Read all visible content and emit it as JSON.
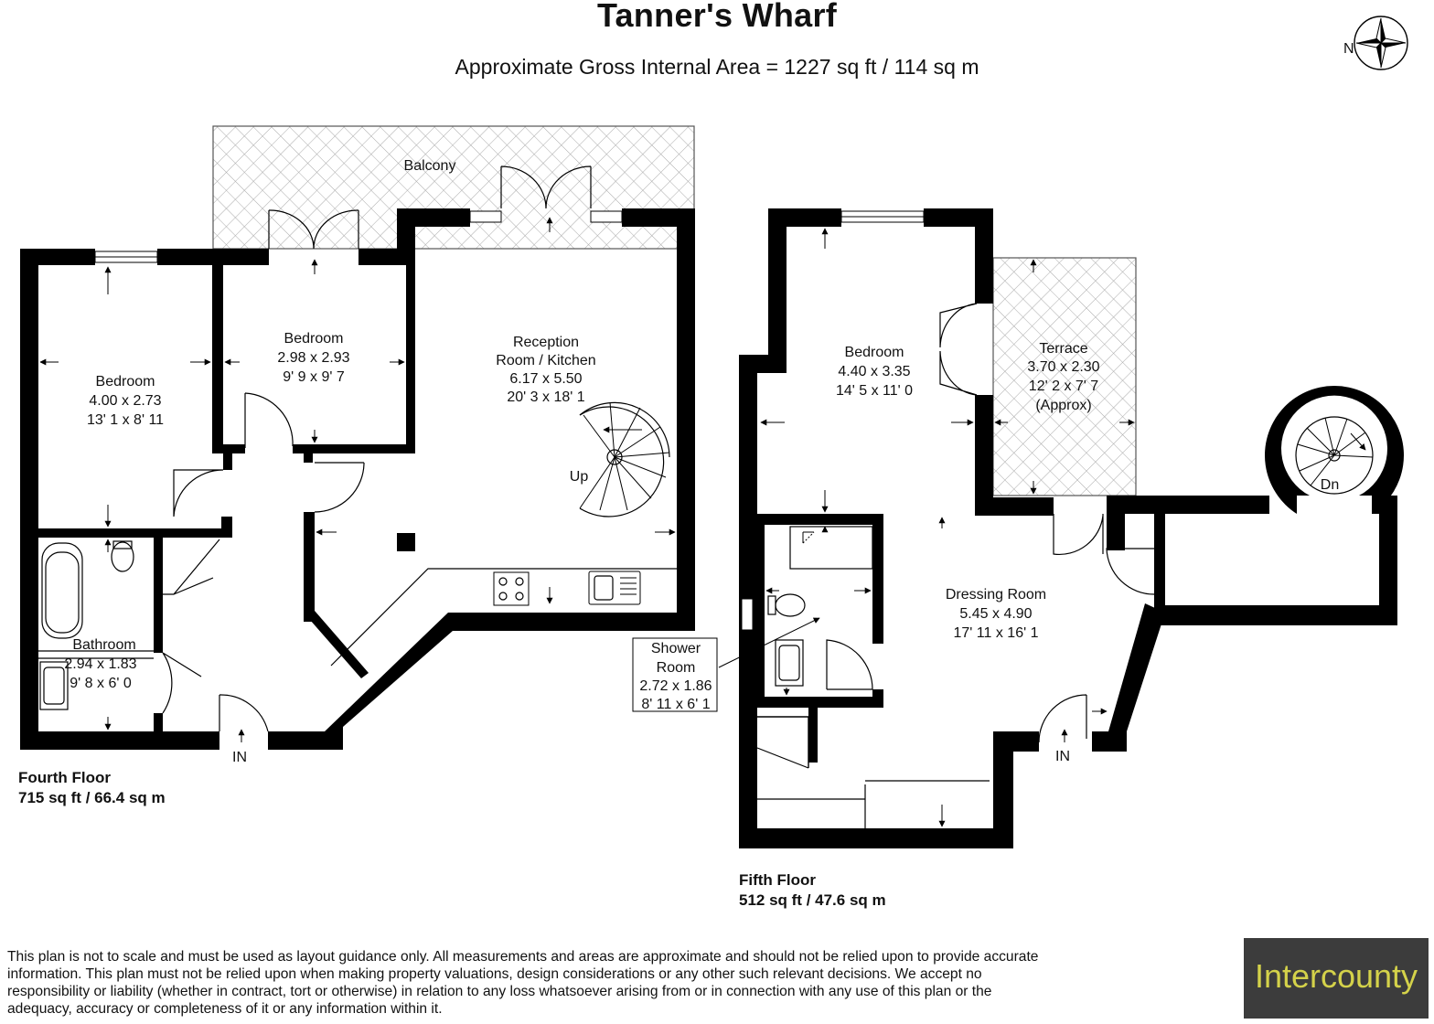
{
  "title": "Tanner's Wharf",
  "subtitle": "Approximate Gross Internal Area = 1227 sq ft / 114 sq m",
  "compass": {
    "label": "N",
    "icon": "compass-rose-icon"
  },
  "fourth_floor": {
    "name": "Fourth Floor",
    "area": "715 sq ft / 66.4 sq m",
    "entrance": "IN",
    "balcony": "Balcony",
    "stairs": "Up",
    "rooms": [
      {
        "id": "bedroom-west",
        "name": "Bedroom",
        "metric": "4.00 x 2.73",
        "imperial": "13' 1 x 8' 11"
      },
      {
        "id": "bedroom-north",
        "name": "Bedroom",
        "metric": "2.98 x 2.93",
        "imperial": "9' 9 x 9' 7"
      },
      {
        "id": "reception",
        "name": "Reception",
        "name2": "Room / Kitchen",
        "metric": "6.17 x 5.50",
        "imperial": "20' 3 x 18' 1"
      },
      {
        "id": "bathroom",
        "name": "Bathroom",
        "metric": "2.94 x 1.83",
        "imperial": "9' 8 x 6' 0"
      }
    ]
  },
  "fifth_floor": {
    "name": "Fifth Floor",
    "area": "512 sq ft / 47.6 sq m",
    "entrance": "IN",
    "stairs": "Dn",
    "rooms": [
      {
        "id": "bedroom",
        "name": "Bedroom",
        "metric": "4.40 x 3.35",
        "imperial": "14' 5 x 11' 0"
      },
      {
        "id": "terrace",
        "name": "Terrace",
        "metric": "3.70 x 2.30",
        "imperial": "12' 2 x 7' 7",
        "note": "(Approx)"
      },
      {
        "id": "dressing",
        "name": "Dressing Room",
        "metric": "5.45 x 4.90",
        "imperial": "17' 11 x 16' 1"
      },
      {
        "id": "shower",
        "name": "Shower",
        "name2": "Room",
        "metric": "2.72 x 1.86",
        "imperial": "8' 11 x 6' 1"
      }
    ]
  },
  "disclaimer": "This plan is not to scale and must be used as layout guidance only. All measurements and areas are approximate and should not be relied upon to provide accurate information. This plan must not be relied upon when making property valuations, design considerations or any other such relevant decisions. We accept no responsibility or liability (whether in contract, tort or otherwise) in relation to any loss whatsoever arising from or in connection with any use of this plan or the adequacy, accuracy or completeness of it or any information within it.",
  "logo": {
    "text": "Intercounty",
    "color": "#d4d24a",
    "background": "#3c3c3c"
  }
}
